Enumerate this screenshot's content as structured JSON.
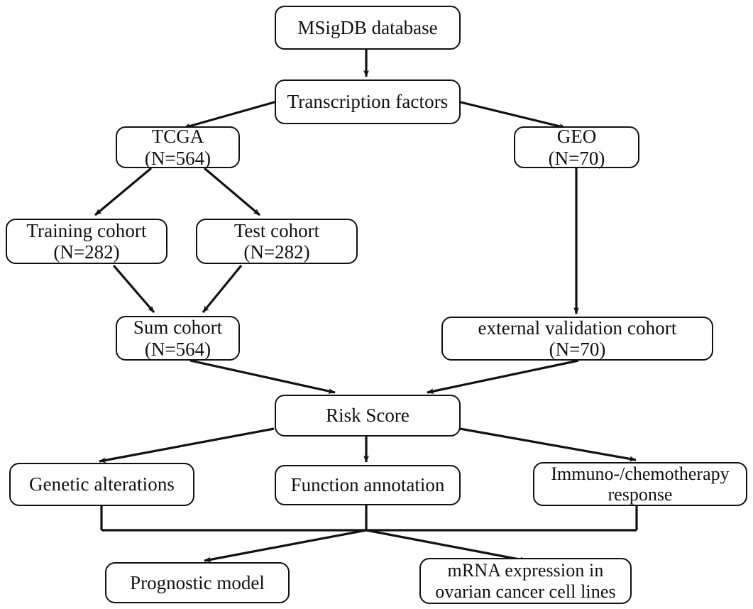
{
  "diagram": {
    "title": "Study workflow flowchart",
    "stroke_color": "#111111",
    "background_color": "#ffffff",
    "nodes": [
      {
        "id": "msigdb",
        "line1": "MSigDB database",
        "line2": ""
      },
      {
        "id": "tf",
        "line1": "Transcription  factors",
        "line2": ""
      },
      {
        "id": "tcga",
        "line1": "TCGA",
        "line2": "(N=564)"
      },
      {
        "id": "geo",
        "line1": "GEO",
        "line2": "(N=70)"
      },
      {
        "id": "training",
        "line1": "Training  cohort",
        "line2": "(N=282)"
      },
      {
        "id": "test",
        "line1": "Test cohort",
        "line2": "(N=282)"
      },
      {
        "id": "sum",
        "line1": "Sum cohort",
        "line2": "(N=564)"
      },
      {
        "id": "external",
        "line1": "external  validation  cohort",
        "line2": "(N=70)"
      },
      {
        "id": "risk",
        "line1": "Risk Score",
        "line2": ""
      },
      {
        "id": "genetic",
        "line1": "Genetic  alterations",
        "line2": ""
      },
      {
        "id": "function",
        "line1": "Function annotation",
        "line2": ""
      },
      {
        "id": "immuno",
        "line1": "Immuno-/chemotherapy",
        "line2": "response"
      },
      {
        "id": "prognostic",
        "line1": "Prognostic model",
        "line2": ""
      },
      {
        "id": "mrna",
        "line1": "mRNA expression in",
        "line2": "ovarian cancer  cell lines"
      }
    ],
    "edges": [
      {
        "from": "msigdb",
        "to": "tf"
      },
      {
        "from": "tf",
        "to": "tcga"
      },
      {
        "from": "tf",
        "to": "geo"
      },
      {
        "from": "tcga",
        "to": "training"
      },
      {
        "from": "tcga",
        "to": "test"
      },
      {
        "from": "training",
        "to": "sum"
      },
      {
        "from": "test",
        "to": "sum"
      },
      {
        "from": "geo",
        "to": "external"
      },
      {
        "from": "sum",
        "to": "risk"
      },
      {
        "from": "external",
        "to": "risk"
      },
      {
        "from": "risk",
        "to": "genetic"
      },
      {
        "from": "risk",
        "to": "function"
      },
      {
        "from": "risk",
        "to": "immuno"
      },
      {
        "from": "genetic",
        "to": "prognostic"
      },
      {
        "from": "function",
        "to": "prognostic"
      },
      {
        "from": "immuno",
        "to": "prognostic"
      },
      {
        "from": "genetic",
        "to": "mrna"
      },
      {
        "from": "function",
        "to": "mrna"
      },
      {
        "from": "immuno",
        "to": "mrna"
      }
    ]
  }
}
